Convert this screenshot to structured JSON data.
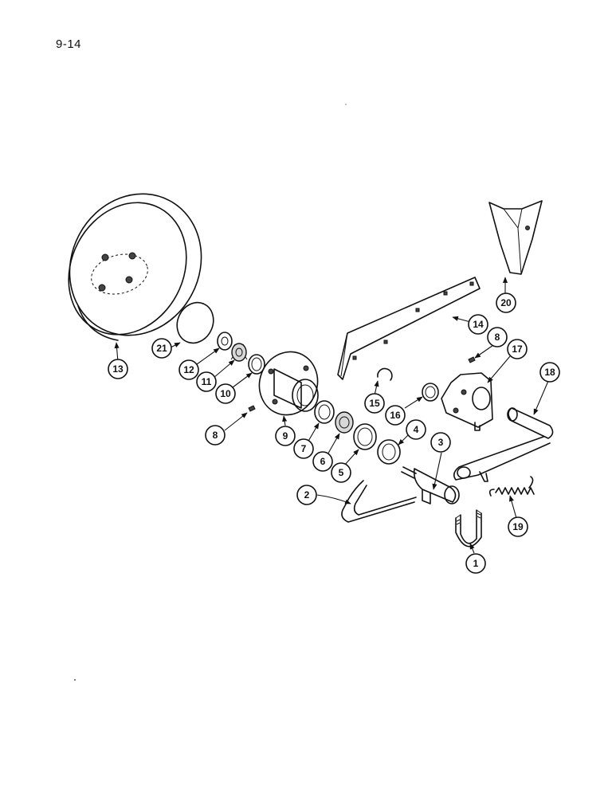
{
  "page": {
    "number": "9-14"
  },
  "callouts": [
    {
      "id": "c1",
      "label": "1"
    },
    {
      "id": "c2",
      "label": "2"
    },
    {
      "id": "c3",
      "label": "3"
    },
    {
      "id": "c4",
      "label": "4"
    },
    {
      "id": "c5",
      "label": "5"
    },
    {
      "id": "c6",
      "label": "6"
    },
    {
      "id": "c7",
      "label": "7"
    },
    {
      "id": "c8a",
      "label": "8"
    },
    {
      "id": "c8b",
      "label": "8"
    },
    {
      "id": "c9",
      "label": "9"
    },
    {
      "id": "c10",
      "label": "10"
    },
    {
      "id": "c11",
      "label": "11"
    },
    {
      "id": "c12",
      "label": "12"
    },
    {
      "id": "c13",
      "label": "13"
    },
    {
      "id": "c14",
      "label": "14"
    },
    {
      "id": "c15",
      "label": "15"
    },
    {
      "id": "c16",
      "label": "16"
    },
    {
      "id": "c17",
      "label": "17"
    },
    {
      "id": "c18",
      "label": "18"
    },
    {
      "id": "c19",
      "label": "19"
    },
    {
      "id": "c20",
      "label": "20"
    },
    {
      "id": "c21",
      "label": "21"
    }
  ]
}
